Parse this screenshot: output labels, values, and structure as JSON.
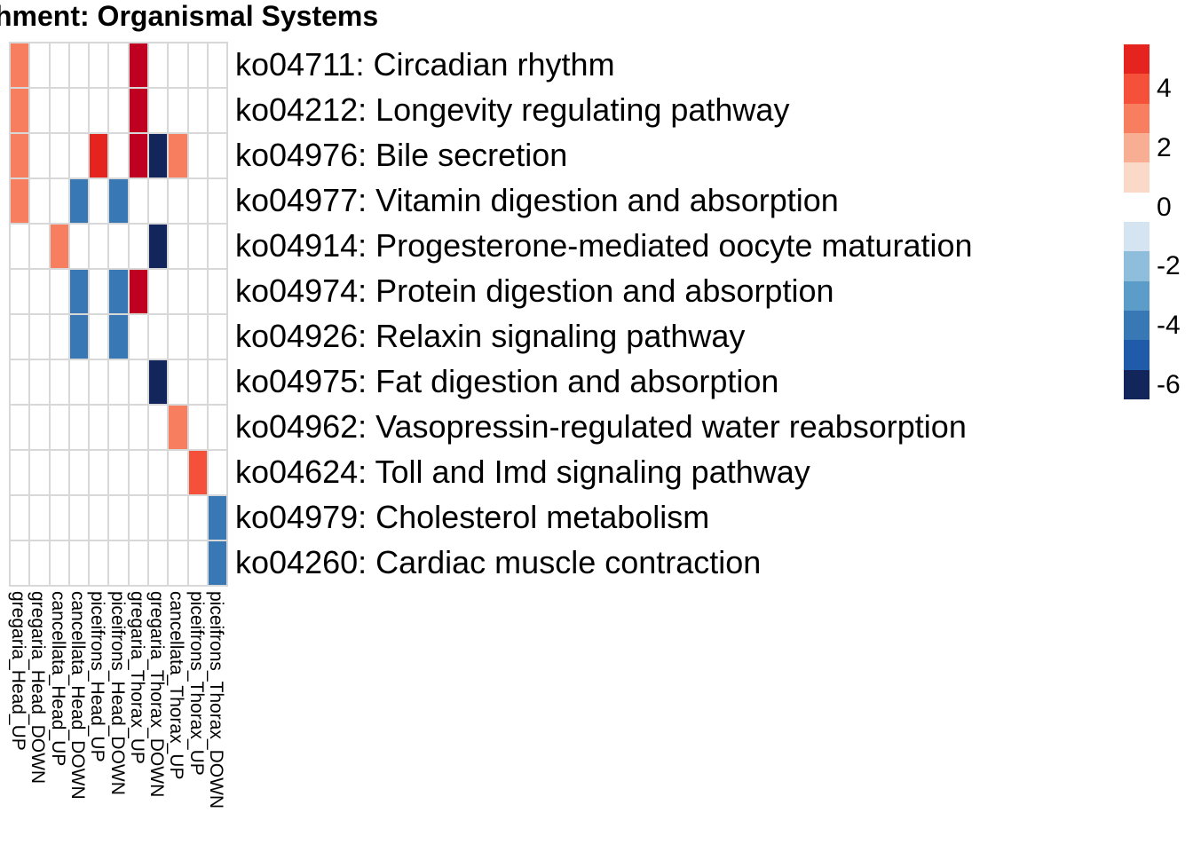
{
  "chart_data": {
    "type": "heatmap",
    "title": "hment: Organismal Systems",
    "columns": [
      "gregaria_Head_UP",
      "gregaria_Head_DOWN",
      "cancellata_Head_UP",
      "cancellata_Head_DOWN",
      "piceifrons_Head_UP",
      "piceifrons_Head_DOWN",
      "gregaria_Thorax_UP",
      "gregaria_Thorax_DOWN",
      "cancellata_Thorax_UP",
      "piceifrons_Thorax_UP",
      "piceifrons_Thorax_DOWN"
    ],
    "rows": [
      "ko04711: Circadian rhythm",
      "ko04212: Longevity regulating pathway",
      "ko04976: Bile secretion",
      "ko04977: Vitamin digestion and absorption",
      "ko04914: Progesterone-mediated oocyte maturation",
      "ko04974: Protein digestion and absorption",
      "ko04926: Relaxin signaling pathway",
      "ko04975: Fat digestion and absorption",
      "ko04962: Vasopressin-regulated water reabsorption",
      "ko04624: Toll and Imd signaling pathway",
      "ko04979: Cholesterol metabolism",
      "ko04260: Cardiac muscle contraction"
    ],
    "values": [
      [
        3,
        null,
        null,
        null,
        null,
        null,
        6,
        null,
        null,
        null,
        null
      ],
      [
        3,
        null,
        null,
        null,
        null,
        null,
        6,
        null,
        null,
        null,
        null
      ],
      [
        3,
        null,
        null,
        null,
        5,
        null,
        6,
        -6,
        3,
        null,
        null
      ],
      [
        3,
        null,
        null,
        -4,
        null,
        -4,
        null,
        null,
        null,
        null,
        null
      ],
      [
        null,
        null,
        3,
        null,
        null,
        null,
        null,
        -6,
        null,
        null,
        null
      ],
      [
        null,
        null,
        null,
        -4,
        null,
        -4,
        6,
        null,
        null,
        null,
        null
      ],
      [
        null,
        null,
        null,
        -4,
        null,
        -4,
        null,
        null,
        null,
        null,
        null
      ],
      [
        null,
        null,
        null,
        null,
        null,
        null,
        null,
        -6,
        null,
        null,
        null
      ],
      [
        null,
        null,
        null,
        null,
        null,
        null,
        null,
        null,
        3,
        null,
        null
      ],
      [
        null,
        null,
        null,
        null,
        null,
        null,
        null,
        null,
        null,
        4,
        null
      ],
      [
        null,
        null,
        null,
        null,
        null,
        null,
        null,
        null,
        null,
        null,
        -4
      ],
      [
        null,
        null,
        null,
        null,
        null,
        null,
        null,
        null,
        null,
        null,
        -4
      ]
    ],
    "value_colors": {
      "6": "#C00020",
      "5": "#E6241F",
      "4": "#F5513A",
      "3": "#F77E5F",
      "2": "#F7AE92",
      "1": "#FBD9C8",
      "0": "#FFFFFF",
      "-1": "#D5E4F1",
      "-2": "#8FBEDC",
      "-3": "#5B9CC9",
      "-4": "#3778B5",
      "-5": "#1F5BA8",
      "-6": "#12265C"
    },
    "na_color": "#FFFFFF",
    "grid_line_color": "#D8D8D8",
    "legend": {
      "position": "right",
      "blocks": [
        {
          "value": 5,
          "color": "#E6241F"
        },
        {
          "value": 4,
          "color": "#F5513A"
        },
        {
          "value": 3,
          "color": "#F77E5F"
        },
        {
          "value": 2,
          "color": "#F7AE92"
        },
        {
          "value": 1,
          "color": "#FBD9C8"
        },
        {
          "value": 0,
          "color": "#FFFFFF"
        },
        {
          "value": -1,
          "color": "#D5E4F1"
        },
        {
          "value": -2,
          "color": "#8FBEDC"
        },
        {
          "value": -3,
          "color": "#5B9CC9"
        },
        {
          "value": -4,
          "color": "#3778B5"
        },
        {
          "value": -5,
          "color": "#1F5BA8"
        },
        {
          "value": -6,
          "color": "#12265C"
        }
      ],
      "ticks": [
        {
          "label": "4",
          "value": 4
        },
        {
          "label": "2",
          "value": 2
        },
        {
          "label": "0",
          "value": 0
        },
        {
          "label": "-2",
          "value": -2
        },
        {
          "label": "-4",
          "value": -4
        },
        {
          "label": "-6",
          "value": -6
        }
      ]
    }
  }
}
